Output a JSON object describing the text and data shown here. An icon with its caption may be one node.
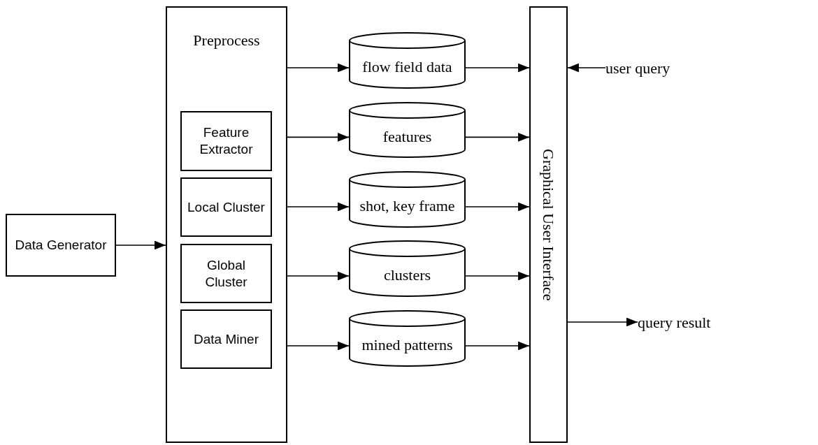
{
  "diagram": {
    "nodes": [
      {
        "text": [
          "Data Generator"
        ]
      },
      {
        "text": [
          "Preprocess"
        ]
      },
      {
        "text": [
          "Feature Extractor"
        ],
        "in": 1
      },
      {
        "text": [
          "Local Cluster"
        ],
        "in": 1
      },
      {
        "text": [
          "Global Cluster"
        ],
        "in": 1
      },
      {
        "text": [
          "Data Miner"
        ],
        "in": 1
      },
      {
        "text": [
          "flow field data"
        ]
      },
      {
        "text": [
          "features"
        ]
      },
      {
        "text": [
          "shot, key frame"
        ]
      },
      {
        "text": [
          "clusters"
        ]
      },
      {
        "text": [
          "mined patterns"
        ]
      },
      {
        "text": [
          "Graphical User Interface"
        ]
      },
      {
        "text": [
          "user query"
        ]
      },
      {
        "text": [
          "query result"
        ]
      }
    ],
    "edges": [
      {
        "from": 0,
        "to": 1,
        "arrow": "to"
      },
      {
        "from": 1,
        "to": 6,
        "arrow": "to"
      },
      {
        "from": 1,
        "to": 7,
        "arrow": "to"
      },
      {
        "from": 1,
        "to": 8,
        "arrow": "to"
      },
      {
        "from": 1,
        "to": 9,
        "arrow": "to"
      },
      {
        "from": 1,
        "to": 10,
        "arrow": "to"
      },
      {
        "from": 6,
        "to": 11,
        "arrow": "to"
      },
      {
        "from": 7,
        "to": 11,
        "arrow": "to"
      },
      {
        "from": 8,
        "to": 11,
        "arrow": "to"
      },
      {
        "from": 9,
        "to": 11,
        "arrow": "to"
      },
      {
        "from": 10,
        "to": 11,
        "arrow": "to"
      },
      {
        "from": 12,
        "to": 11,
        "arrow": "to"
      },
      {
        "from": 11,
        "to": 13,
        "arrow": "to"
      }
    ]
  }
}
